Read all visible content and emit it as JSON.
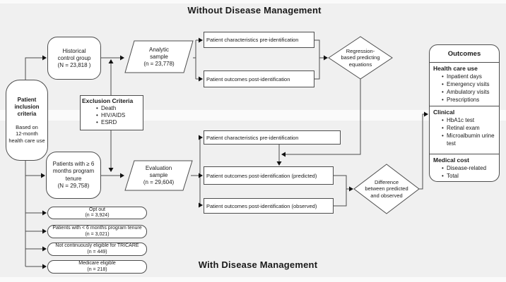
{
  "titles": {
    "without": "Without Disease Management",
    "with": "With Disease Management"
  },
  "colors": {
    "background": "#f0f0f0",
    "band": "#fafafa",
    "border": "#4d4d4d",
    "box_fill": "#ffffff",
    "arrow": "#111111"
  },
  "inclusion": {
    "title": "Patient\ninclusion\ncriteria",
    "subtitle": "Based on\n12-month\nhealth care use"
  },
  "historical": {
    "label": "Historical\ncontrol group\n(N = 23,818 )"
  },
  "exclusion": {
    "title": "Exclusion Criteria",
    "items": [
      "Death",
      "HIV/AIDS",
      "ESRD"
    ]
  },
  "analytic": {
    "label": "Analytic\nsample\n(n = 23,778)"
  },
  "evaluation": {
    "label": "Evaluation\nsample\n(n = 29,604)"
  },
  "patients_tenure": {
    "label": "Patients with ≥ 6\nmonths program\ntenure\n(N = 29,758)"
  },
  "flow": {
    "char_pre_top": "Patient characteristics pre-identification",
    "out_post_top": "Patient outcomes post-identification",
    "char_pre_bottom": "Patient characteristics pre-identification",
    "out_post_predicted": "Patient outcomes post-identification (predicted)",
    "out_post_observed": "Patient outcomes post-identification (observed)"
  },
  "regression": {
    "label": "Regression-\nbased predicting\nequations"
  },
  "difference": {
    "label": "Difference\nbetween predicted\nand observed"
  },
  "outcomes": {
    "title": "Outcomes",
    "sections": [
      {
        "heading": "Health care use",
        "items": [
          "Inpatient days",
          "Emergency visits",
          "Ambulatory visits",
          "Prescriptions"
        ]
      },
      {
        "heading": "Clinical",
        "items": [
          "HbA1c test",
          "Retinal exam",
          "Microalbumin urine test"
        ]
      },
      {
        "heading": "Medical cost",
        "items": [
          "Disease-related",
          "Total"
        ]
      }
    ]
  },
  "excluded": [
    {
      "line1": "Opt out",
      "line2": "(n = 3,924)"
    },
    {
      "line1": "Patients with < 6 months program tenure",
      "line2": "(n = 3,021)"
    },
    {
      "line1": "Not continuously eligible for TRICARE",
      "line2": "(n = 449)"
    },
    {
      "line1": "Medicare eligible",
      "line2": "(n = 218)"
    }
  ]
}
